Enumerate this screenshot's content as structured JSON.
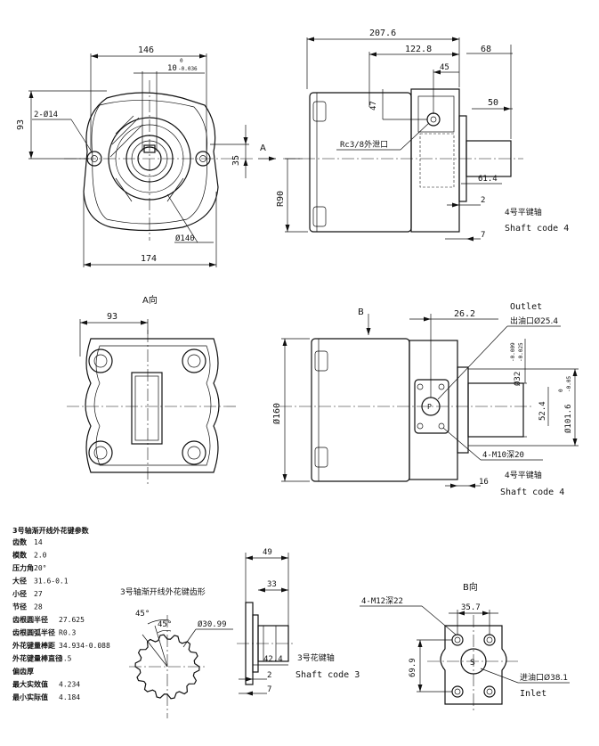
{
  "front_view": {
    "dim_width_top": "146",
    "dim_key_a": "10",
    "dim_key_tol_a": "0",
    "dim_key_tol_b": "-0.036",
    "dim_holes": "2-Ø14",
    "dim_height": "93",
    "dim_key_height": "35",
    "dim_diameter": "Ø140",
    "dim_width_bottom": "174",
    "arrow_label": "A"
  },
  "side_view_top": {
    "dim_total": "207.6",
    "dim_mid": "122.8",
    "dim_shaft_len": "68",
    "dim_port_offset": "45",
    "dim_port_height": "47",
    "dim_shaft_dia": "50",
    "port_label": "Rc3/8外泄口",
    "dim_r90": "R90",
    "dim_flange_a": "61.4",
    "dim_flange_b": "2",
    "dim_flange_c": "7",
    "shaft_cn": "4号平键轴",
    "shaft_en": "Shaft code 4"
  },
  "view_a": {
    "title": "A向",
    "dim_93": "93"
  },
  "side_view_mid": {
    "arrow_label": "B",
    "dim_26": "26.2",
    "outlet_en": "Outlet",
    "outlet_cn": "出油口Ø25.4",
    "dim_shaft_main": "Ø32",
    "dim_shaft_tol_a": "-0.009",
    "dim_shaft_tol_b": "-0.025",
    "dim_pilot": "Ø101.6",
    "dim_pilot_tol_a": "0",
    "dim_pilot_tol_b": "-0.05",
    "dim_52": "52.4",
    "dim_160": "Ø160",
    "dim_thread": "4-M10深20",
    "dim_16": "16",
    "shaft_cn": "4号平键轴",
    "shaft_en": "Shaft code 4"
  },
  "spline_table": {
    "title": "3号轴渐开线外花键参数",
    "rows": [
      {
        "label": "齿数",
        "value": "14"
      },
      {
        "label": "模数",
        "value": "2.0"
      },
      {
        "label": "压力角",
        "value": "20°"
      },
      {
        "label": "大径",
        "value": "31.6-0.1"
      },
      {
        "label": "小径",
        "value": "27"
      },
      {
        "label": "节径",
        "value": "28"
      },
      {
        "label": "齿根圆半径",
        "value": "27.625"
      },
      {
        "label": "齿根圆弧半径",
        "value": "R0.3"
      },
      {
        "label": "外花键量棒距",
        "value": "34.934-0.088"
      },
      {
        "label": "外花键量棒直径",
        "value": "3.5"
      },
      {
        "label": "偏齿厚",
        "value": ""
      },
      {
        "label": "最大实效值",
        "value": "4.234"
      },
      {
        "label": "最小实际值",
        "value": "4.184"
      }
    ]
  },
  "spline_view": {
    "title": "3号轴渐开线外花键齿形",
    "angle_a": "45°",
    "angle_b": "45°",
    "dim_dia": "Ø30.99"
  },
  "spline_shaft": {
    "dim_49": "49",
    "dim_33": "33",
    "dim_42": "42.4",
    "dim_2": "2",
    "dim_7": "7",
    "label_cn": "3号花键轴",
    "label_en": "Shaft code 3"
  },
  "view_b": {
    "title": "B向",
    "dim_thread": "4-M12深22",
    "dim_35": "35.7",
    "dim_69": "69.9",
    "inlet_cn": "进油口Ø38.1",
    "inlet_en": "Inlet"
  }
}
